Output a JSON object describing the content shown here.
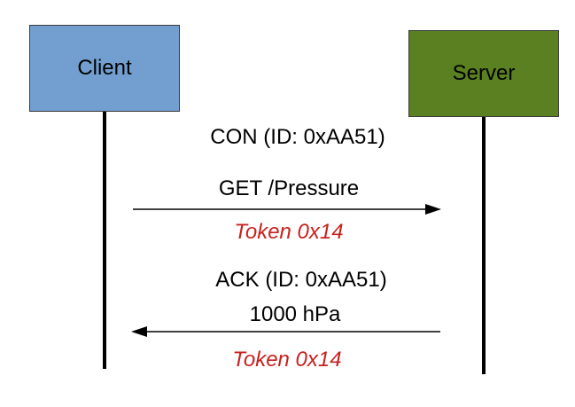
{
  "colors": {
    "client_fill": "#729fcf",
    "server_fill": "#5a8021",
    "token_text": "#c9211e",
    "line": "#000000"
  },
  "participants": {
    "client": "Client",
    "server": "Server"
  },
  "messages": [
    {
      "direction": "client-to-server",
      "header": "CON (ID: 0xAA51)",
      "payload": "GET /Pressure",
      "token": "Token 0x14"
    },
    {
      "direction": "server-to-client",
      "header": "ACK (ID: 0xAA51)",
      "payload": "1000 hPa",
      "token": "Token 0x14"
    }
  ]
}
